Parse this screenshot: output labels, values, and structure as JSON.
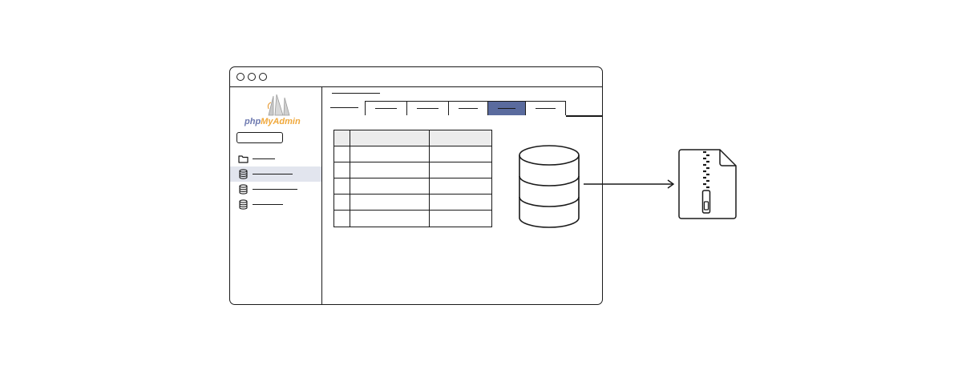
{
  "window": {
    "title_dots": [
      "close",
      "minimize",
      "maximize"
    ]
  },
  "logo": {
    "part1": "php",
    "part2": "MyAdmin",
    "icon": "sailboat-icon"
  },
  "sidebar": {
    "items": [
      {
        "icon": "folder-icon",
        "active": false
      },
      {
        "icon": "database-icon",
        "active": true
      },
      {
        "icon": "database-icon",
        "active": false
      },
      {
        "icon": "database-icon",
        "active": false
      }
    ]
  },
  "tabs": {
    "count": 6,
    "active_index": 4
  },
  "table": {
    "rows": 6,
    "columns": 3
  },
  "colors": {
    "accent": "#5a6b9e",
    "active_row": "#e2e5ee",
    "header_fill": "#ececec",
    "logo_php": "#6c78af",
    "logo_myadmin": "#f0a83b",
    "stroke": "#1a1a1a"
  },
  "export": {
    "source_icon": "database-icon",
    "arrow_icon": "arrow-right-icon",
    "target_icon": "zip-file-icon"
  }
}
